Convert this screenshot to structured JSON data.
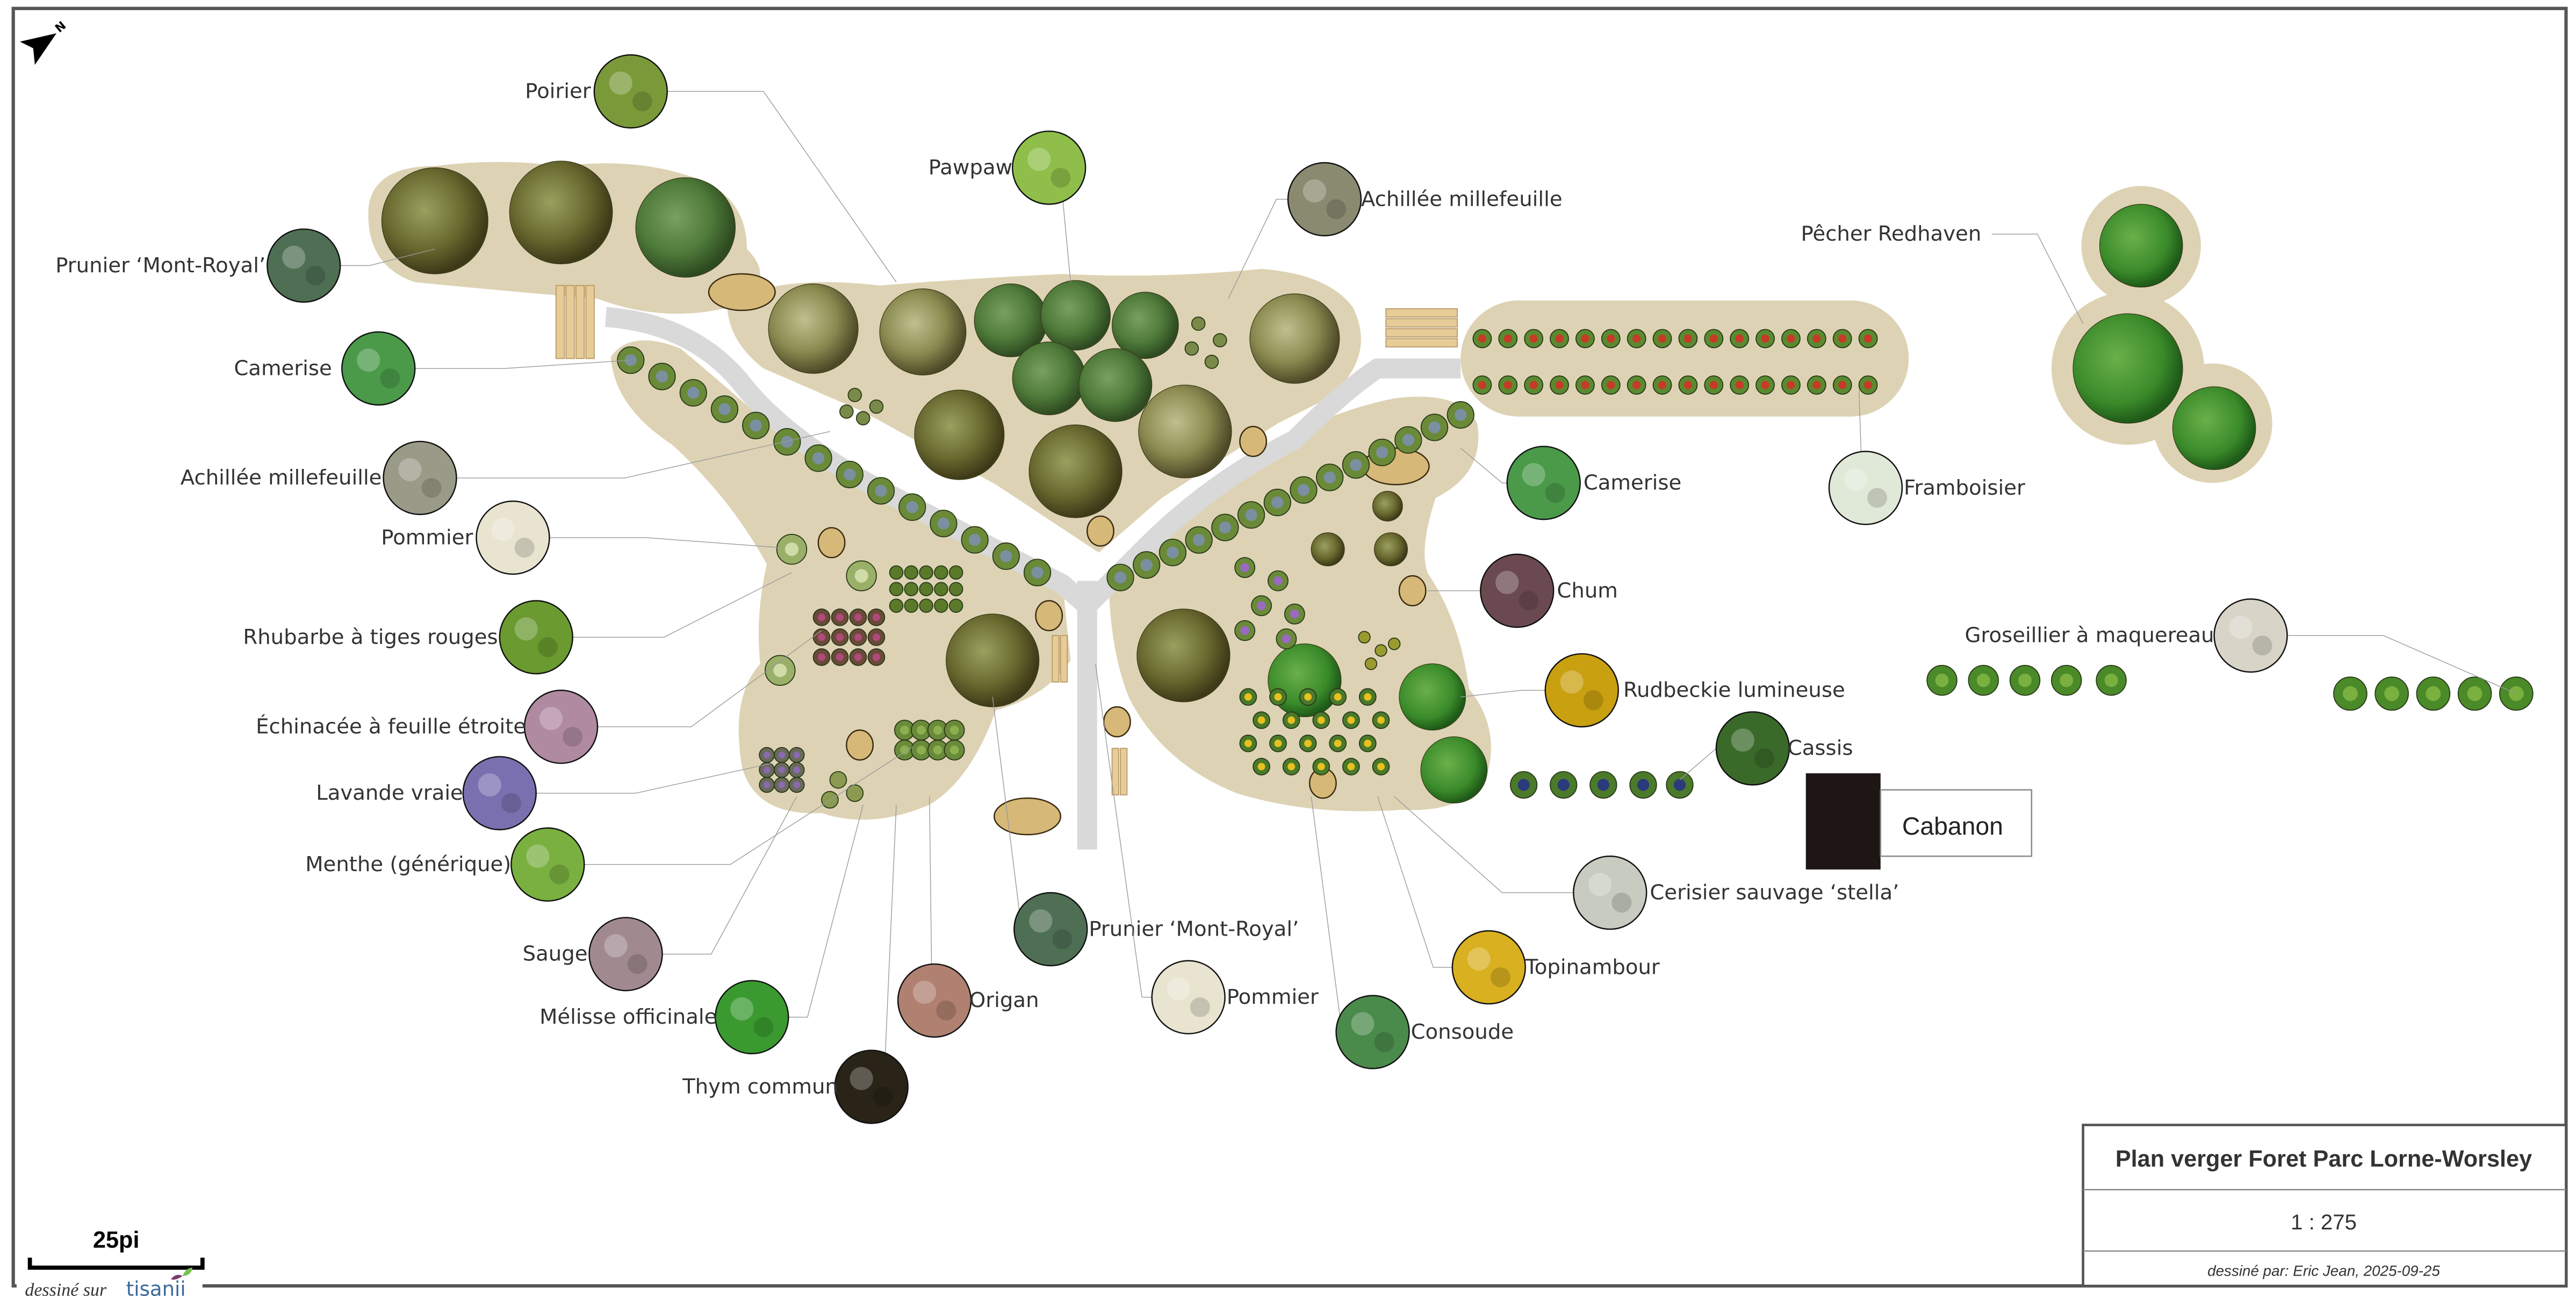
{
  "title_block": {
    "title": "Plan verger Foret Parc Lorne-Worsley",
    "scale": "1 : 275",
    "author": "dessiné par: Eric Jean, 2025-09-25"
  },
  "scale_bar": {
    "label": "25pi"
  },
  "north_arrow": {
    "label": "N"
  },
  "credit": {
    "prefix": "dessiné sur",
    "brand": "tisanji"
  },
  "structure": {
    "shed_label": "Cabanon"
  },
  "colors": {
    "bed": "#ddd3b4",
    "path": "#d9d9d9",
    "frame": "#555555",
    "shed": "#1e1515"
  },
  "labels": [
    {
      "text": "Poirier",
      "thumb_color": "#7a9a3a"
    },
    {
      "text": "Pawpaw",
      "thumb_color": "#8fbf4a"
    },
    {
      "text": "Achillée millefeuille",
      "thumb_color": "#8a8a70"
    },
    {
      "text": "Prunier ‘Mont-Royal’",
      "thumb_color": "#4f6f55"
    },
    {
      "text": "Camerise",
      "thumb_color": "#4a9a4a"
    },
    {
      "text": "Achillée millefeuille",
      "thumb_color": "#9a9a88"
    },
    {
      "text": "Pommier",
      "thumb_color": "#e8e4d0"
    },
    {
      "text": "Rhubarbe à tiges rouges",
      "thumb_color": "#6a9a30"
    },
    {
      "text": "Échinacée à feuille étroite",
      "thumb_color": "#b08aa0"
    },
    {
      "text": "Lavande vraie",
      "thumb_color": "#7a70b0"
    },
    {
      "text": "Menthe (générique)",
      "thumb_color": "#7ab040"
    },
    {
      "text": "Sauge",
      "thumb_color": "#a08a90"
    },
    {
      "text": "Mélisse officinale",
      "thumb_color": "#3a9a30"
    },
    {
      "text": "Thym commun",
      "thumb_color": "#2a2418"
    },
    {
      "text": "Origan",
      "thumb_color": "#b08070"
    },
    {
      "text": "Prunier ‘Mont-Royal’",
      "thumb_color": "#4f6f55"
    },
    {
      "text": "Pommier",
      "thumb_color": "#e8e4d0"
    },
    {
      "text": "Consoude",
      "thumb_color": "#4a8a4a"
    },
    {
      "text": "Topinambour",
      "thumb_color": "#d8b020"
    },
    {
      "text": "Cerisier sauvage ‘stella’",
      "thumb_color": "#c8ccc0"
    },
    {
      "text": "Cassis",
      "thumb_color": "#3a6a2a"
    },
    {
      "text": "Rudbeckie lumineuse",
      "thumb_color": "#c8a010"
    },
    {
      "text": "Chum",
      "thumb_color": "#6a4a50"
    },
    {
      "text": "Camerise",
      "thumb_color": "#4a9a4a"
    },
    {
      "text": "Framboisier",
      "thumb_color": "#e0e8d8"
    },
    {
      "text": "Pêcher Redhaven",
      "thumb_color": ""
    },
    {
      "text": "Groseillier à maquereau",
      "thumb_color": "#d8d4c8"
    }
  ]
}
